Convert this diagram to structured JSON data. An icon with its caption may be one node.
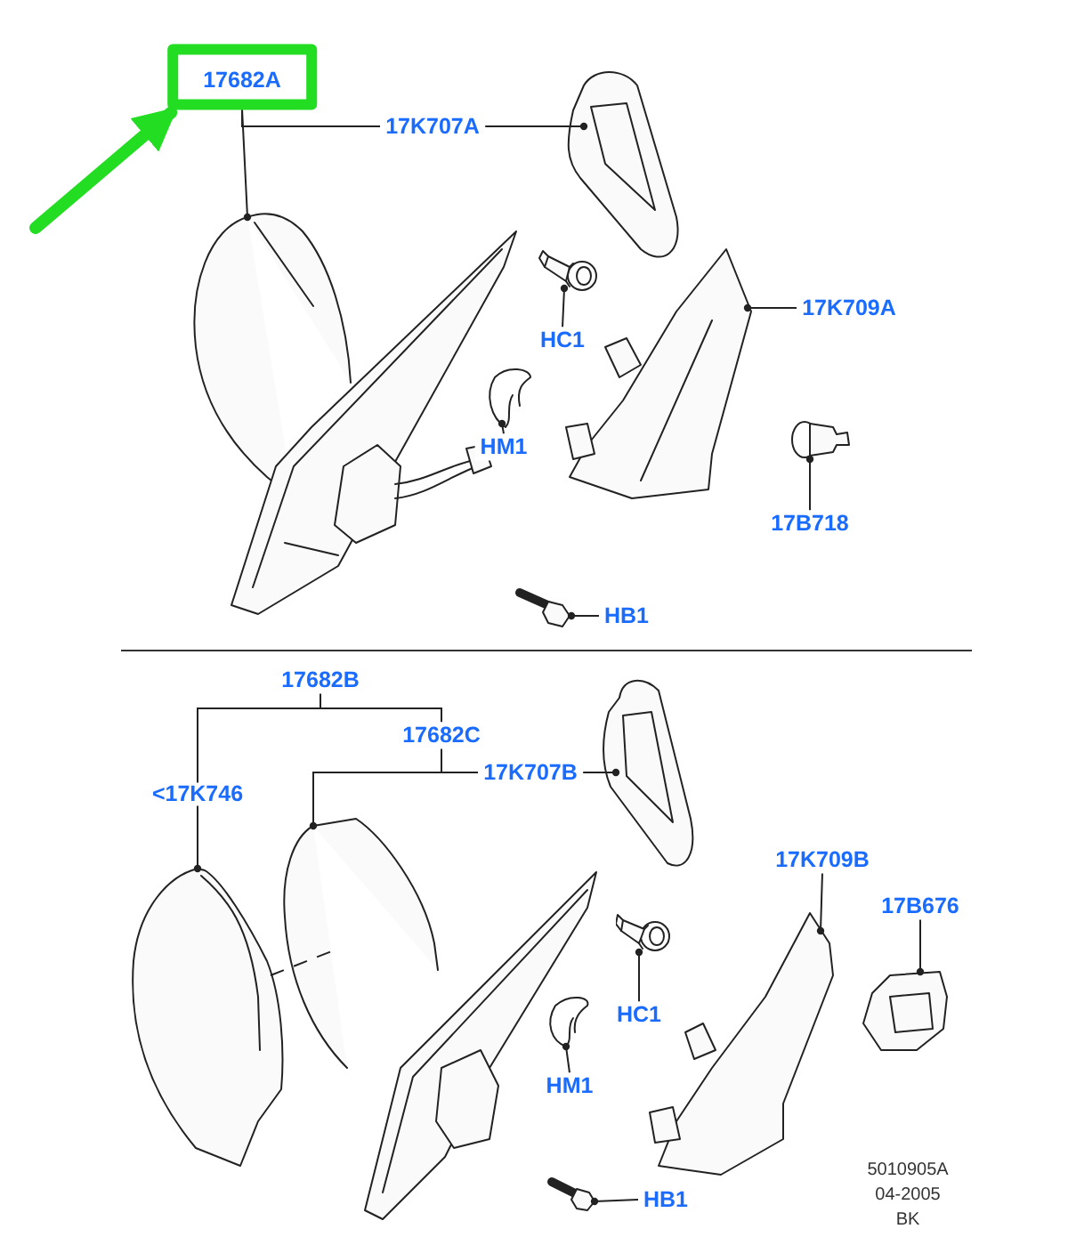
{
  "diagram": {
    "nodes": [
      {
        "text": [
          "17682A"
        ]
      },
      {
        "text": [
          "17K707A"
        ]
      },
      {
        "text": [
          "HC1"
        ]
      },
      {
        "text": [
          "HM1"
        ]
      },
      {
        "text": [
          "17K709A"
        ]
      },
      {
        "text": [
          "17B718"
        ]
      },
      {
        "text": [
          "HB1"
        ]
      },
      {
        "text": [],
        "shape": "picture"
      },
      {
        "text": [],
        "shape": "picture"
      },
      {
        "text": [],
        "shape": "picture"
      },
      {
        "text": [],
        "shape": "picture"
      },
      {
        "text": [],
        "shape": "picture"
      },
      {
        "text": [],
        "shape": "picture"
      },
      {
        "text": [],
        "shape": "picture"
      },
      {
        "text": [
          "17682B"
        ]
      },
      {
        "text": [
          "17682C"
        ]
      },
      {
        "text": [
          "17K707B"
        ]
      },
      {
        "text": [
          "HC1"
        ]
      },
      {
        "text": [
          "HM1"
        ]
      },
      {
        "text": [
          "17K709B"
        ]
      },
      {
        "text": [
          "17B676"
        ]
      },
      {
        "text": [
          "HB1"
        ]
      },
      {
        "text": [],
        "shape": "picture"
      },
      {
        "text": [],
        "shape": "picture"
      },
      {
        "text": [],
        "shape": "picture"
      },
      {
        "text": [],
        "shape": "picture"
      },
      {
        "text": [],
        "shape": "picture"
      },
      {
        "text": [],
        "shape": "picture"
      },
      {
        "text": [],
        "shape": "picture"
      },
      {
        "text": [],
        "shape": "picture"
      }
    ],
    "edges": [
      {
        "from": 0,
        "to": 7,
        "arrow": "other"
      },
      {
        "from": 1,
        "to": 8,
        "arrow": "other"
      },
      {
        "from": 0,
        "to": 1,
        "arrow": "none"
      },
      {
        "from": 2,
        "to": 9,
        "arrow": "other"
      },
      {
        "from": 3,
        "to": 10,
        "arrow": "other"
      },
      {
        "from": 4,
        "to": 11,
        "arrow": "other"
      },
      {
        "from": 5,
        "to": 12,
        "arrow": "other"
      },
      {
        "from": 6,
        "to": 13,
        "arrow": "other"
      },
      {
        "from": 14,
        "to": 22,
        "arrow": "other",
        "label": "<17K746"
      },
      {
        "from": 14,
        "to": 15,
        "arrow": "none"
      },
      {
        "from": 15,
        "to": 23,
        "arrow": "other"
      },
      {
        "from": 15,
        "to": 16,
        "arrow": "none"
      },
      {
        "from": 16,
        "to": 24,
        "arrow": "other"
      },
      {
        "from": 17,
        "to": 25,
        "arrow": "other"
      },
      {
        "from": 18,
        "to": 26,
        "arrow": "other"
      },
      {
        "from": 19,
        "to": 27,
        "arrow": "other"
      },
      {
        "from": 20,
        "to": 28,
        "arrow": "other"
      },
      {
        "from": 21,
        "to": 29,
        "arrow": "other"
      },
      {
        "from": 22,
        "to": 23,
        "arrow": "none",
        "style": "dashed"
      },
      {
        "from": null,
        "to": 0,
        "arrow": "to",
        "style": "thick",
        "color": "#22dd22"
      }
    ],
    "labels": [
      "5010905A",
      "04-2005",
      "BK"
    ]
  }
}
